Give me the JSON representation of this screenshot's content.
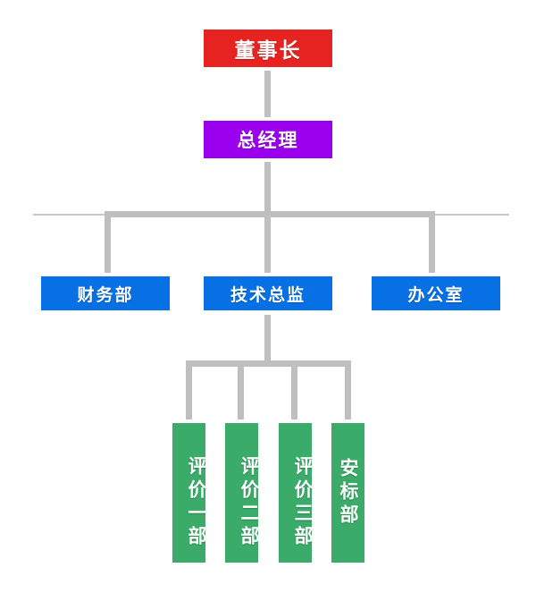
{
  "chart": {
    "type": "org-chart",
    "title": "",
    "background_color": "#ffffff",
    "connector_color": "#bfbfbf",
    "shadow_color": "#000000",
    "border_color": "#ffffff"
  },
  "nodes": {
    "chairman": {
      "label": "董事长",
      "color": "#e62320",
      "level": 1
    },
    "gm": {
      "label": "总经理",
      "color": "#9a00ee",
      "level": 2
    },
    "finance": {
      "label": "财务部",
      "color": "#0670e4",
      "level": 3
    },
    "tech": {
      "label": "技术总监",
      "color": "#0670e4",
      "level": 3
    },
    "office": {
      "label": "办公室",
      "color": "#0670e4",
      "level": 3
    },
    "eval1": {
      "label": "评价一部",
      "color": "#3aab68",
      "level": 4
    },
    "eval2": {
      "label": "评价二部",
      "color": "#3aab68",
      "level": 4
    },
    "eval3": {
      "label": "评价三部",
      "color": "#3aab68",
      "level": 4
    },
    "safety": {
      "label": "安标部",
      "color": "#3aab68",
      "level": 4
    }
  },
  "edges": [
    {
      "from": "chairman",
      "to": "gm"
    },
    {
      "from": "gm",
      "to": "finance"
    },
    {
      "from": "gm",
      "to": "tech"
    },
    {
      "from": "gm",
      "to": "office"
    },
    {
      "from": "tech",
      "to": "eval1"
    },
    {
      "from": "tech",
      "to": "eval2"
    },
    {
      "from": "tech",
      "to": "eval3"
    },
    {
      "from": "tech",
      "to": "safety"
    }
  ]
}
